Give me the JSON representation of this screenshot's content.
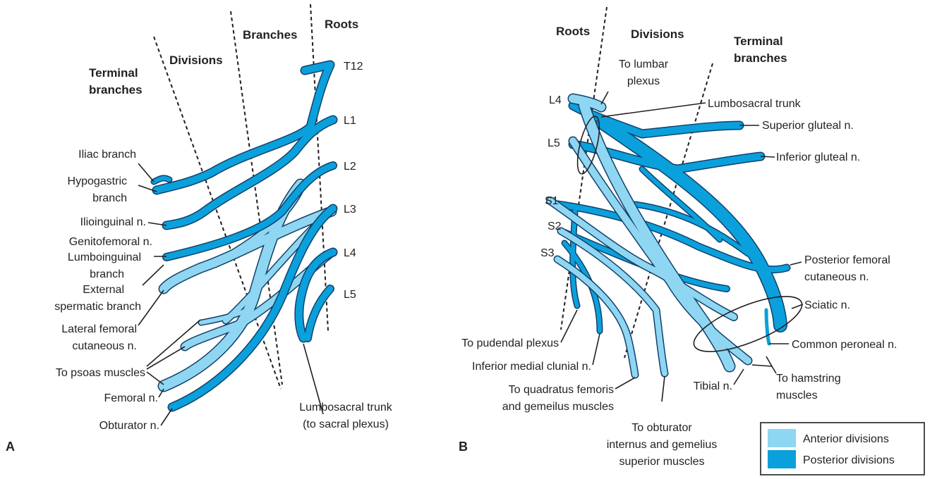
{
  "colors": {
    "anterior": "#8fd6f3",
    "posterior": "#0aa0dc",
    "outline": "#12416a",
    "text": "#231f20"
  },
  "panel_a": {
    "letter": "A",
    "zones": {
      "terminal_1": "Terminal",
      "terminal_2": "branches",
      "divisions": "Divisions",
      "branches": "Branches",
      "roots": "Roots"
    },
    "roots": {
      "t12": "T12",
      "l1": "L1",
      "l2": "L2",
      "l3": "L3",
      "l4": "L4",
      "l5": "L5"
    },
    "labels": {
      "iliac": "Iliac branch",
      "hypogastric_1": "Hypogastric",
      "hypogastric_2": "branch",
      "ilioinguinal": "Ilioinguinal n.",
      "genitofemoral": "Genitofemoral n.",
      "lumboinguinal_1": "Lumboinguinal",
      "lumboinguinal_2": "branch",
      "external_1": "External",
      "external_2": "spermatic branch",
      "lateral_1": "Lateral femoral",
      "lateral_2": "cutaneous n.",
      "psoas": "To psoas muscles",
      "femoral": "Femoral n.",
      "obturator": "Obturator n.",
      "lumbosacral_1": "Lumbosacral trunk",
      "lumbosacral_2": "(to sacral plexus)"
    }
  },
  "panel_b": {
    "letter": "B",
    "zones": {
      "roots": "Roots",
      "divisions": "Divisions",
      "terminal_1": "Terminal",
      "terminal_2": "branches"
    },
    "roots": {
      "l4": "L4",
      "l5": "L5",
      "s1": "S1",
      "s2": "S2",
      "s3": "S3"
    },
    "labels": {
      "to_lumbar_1": "To lumbar",
      "to_lumbar_2": "plexus",
      "lumbosacral": "Lumbosacral trunk",
      "sup_gluteal": "Superior gluteal n.",
      "inf_gluteal": "Inferior gluteal n.",
      "post_fem_1": "Posterior femoral",
      "post_fem_2": "cutaneous n.",
      "sciatic": "Sciatic n.",
      "common_peroneal": "Common peroneal n.",
      "hamstring_1": "To hamstring",
      "hamstring_2": "muscles",
      "tibial": "Tibial n.",
      "pudendal": "To pudendal plexus",
      "inf_medial_clunial": "Inferior medial clunial n.",
      "quadratus_1": "To quadratus femoris",
      "quadratus_2": "and gemeilus muscles",
      "obturator_int_1": "To obturator",
      "obturator_int_2": "internus and gemelius",
      "obturator_int_3": "superior muscles"
    }
  },
  "legend": {
    "anterior": "Anterior divisions",
    "posterior": "Posterior divisions"
  }
}
